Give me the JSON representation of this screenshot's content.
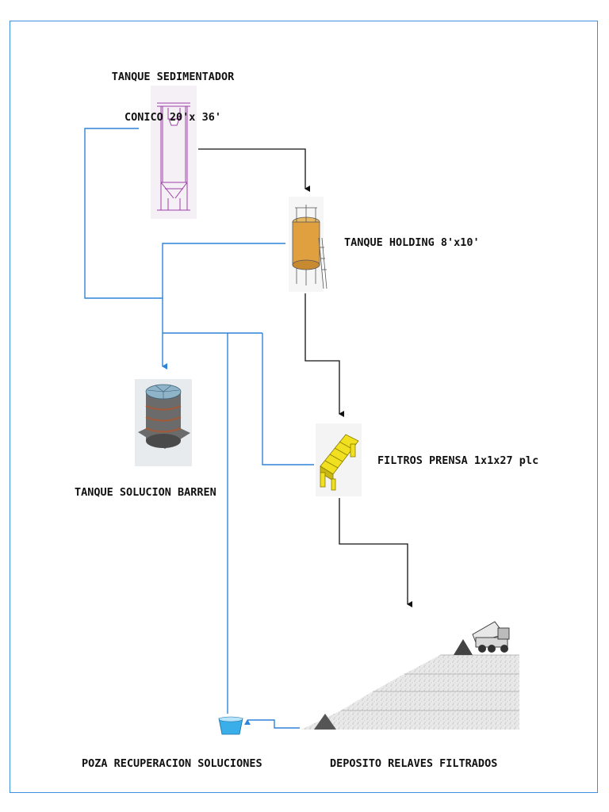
{
  "labels": {
    "sedimentador_line1": "TANQUE SEDIMENTADOR",
    "sedimentador_line2": "CONICO 20'x 36'",
    "holding": "TANQUE HOLDING 8'x10'",
    "barren": "TANQUE SOLUCION BARREN",
    "filtros": "FILTROS PRENSA 1x1x27 plc",
    "poza": "POZA RECUPERACION SOLUCIONES",
    "deposito": "DEPOSITO RELAVES FILTRADOS"
  },
  "colors": {
    "solution_line": "#2f84d8",
    "solids_line": "#111111",
    "frame": "#3d8fe0",
    "sedimentador": "#9c3fa6",
    "holding_tank": "#e0a040",
    "barren_tank": "#6b6b6b",
    "filter_press": "#f0e020",
    "pond_water": "#3aaee8"
  },
  "icons": {
    "sedimentador": "conical-settling-tank-icon",
    "holding": "holding-tank-icon",
    "barren": "barren-solution-tank-icon",
    "filtros": "filter-press-icon",
    "poza": "recovery-pond-icon",
    "deposito": "filtered-tailings-deposit-icon",
    "truck": "dump-truck-icon"
  }
}
